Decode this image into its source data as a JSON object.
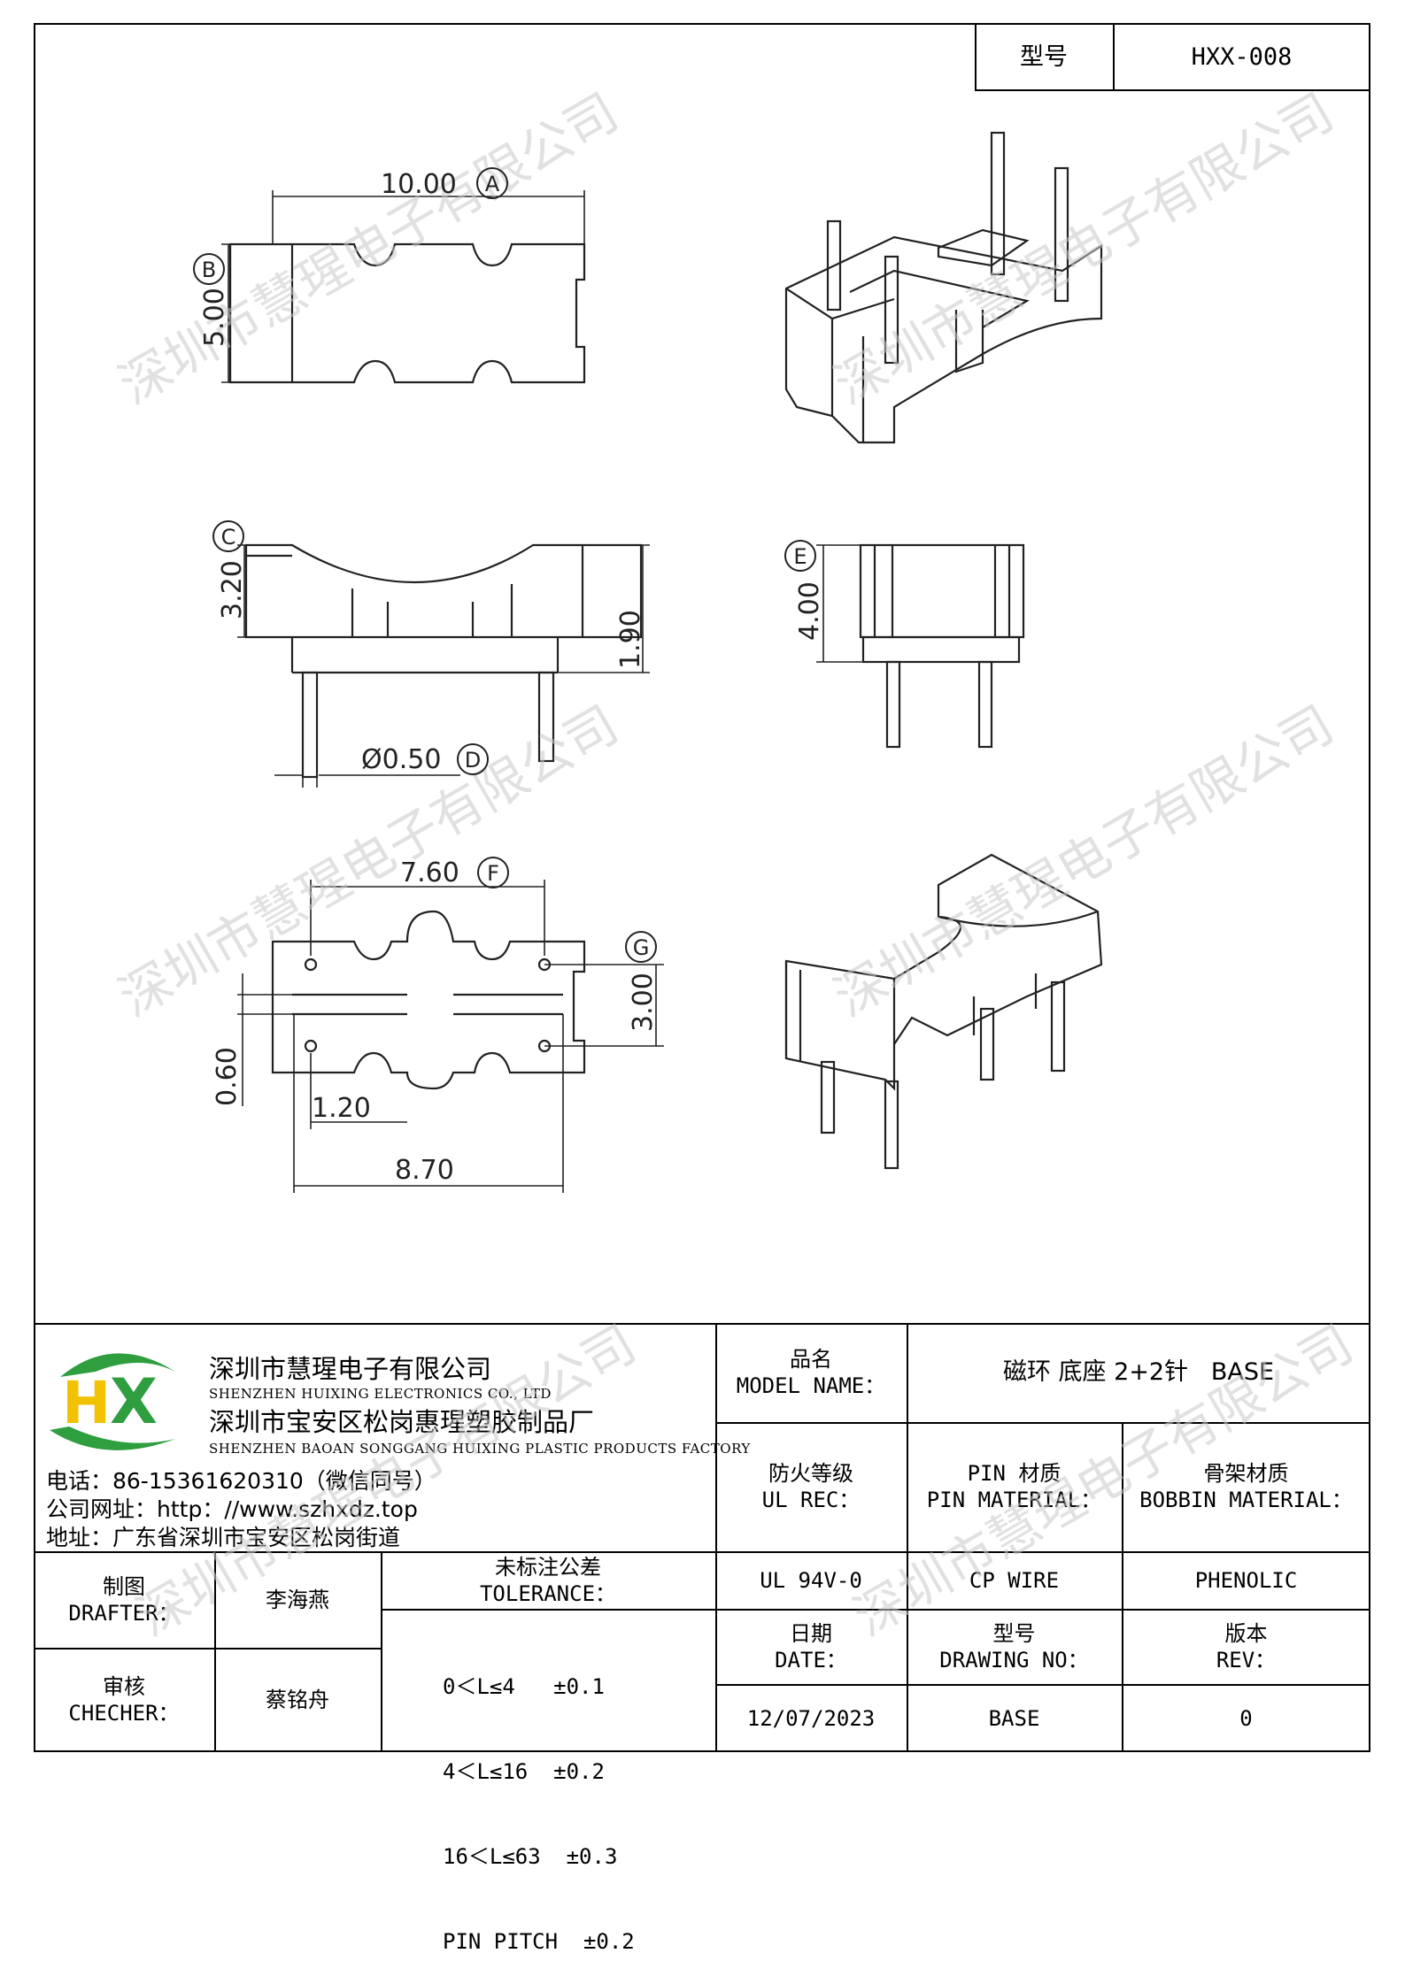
{
  "header": {
    "model_label": "型号",
    "model_value": "HXX-008"
  },
  "drawing": {
    "top_view": {
      "dim_a": "10.00",
      "mark_a": "A",
      "dim_b": "5.00",
      "mark_b": "B"
    },
    "front_view": {
      "dim_c": "3.20",
      "mark_c": "C",
      "dim_h": "1.90",
      "dim_d": "Ø0.50",
      "mark_d": "D"
    },
    "side_view": {
      "dim_e": "4.00",
      "mark_e": "E"
    },
    "bottom_view": {
      "dim_f": "7.60",
      "mark_f": "F",
      "dim_g": "3.00",
      "mark_g": "G",
      "dim_060": "0.60",
      "dim_120": "1.20",
      "dim_870": "8.70"
    }
  },
  "watermark": "深圳市慧瑆电子有限公司",
  "company": {
    "logo_text": "HX",
    "logo_colors": {
      "h": "#f2c200",
      "x": "#2e9e3e",
      "swoosh": "#2e9e3e"
    },
    "name_cn": "深圳市慧瑆电子有限公司",
    "name_en": "SHENZHEN HUIXING ELECTRONICS CO., LTD",
    "factory_cn": "深圳市宝安区松岗惠瑆塑胶制品厂",
    "factory_en": "SHENZHEN BAOAN SONGGANG HUIXING PLASTIC PRODUCTS FACTORY",
    "phone": "电话：86-15361620310（微信同号）",
    "website": "公司网址：http：//www.szhxdz.top",
    "address": "地址：广东省深圳市宝安区松岗街道"
  },
  "title_block": {
    "model_name_label_cn": "品名",
    "model_name_label_en": "MODEL NAME：",
    "model_name_value": "磁环 底座 2+2针   BASE",
    "ul_label_cn": "防火等级",
    "ul_label_en": "UL REC：",
    "pin_label_cn": "PIN 材质",
    "pin_label_en": "PIN MATERIAL：",
    "bobbin_label_cn": "骨架材质",
    "bobbin_label_en": "BOBBIN MATERIAL：",
    "ul_value": "UL 94V-0",
    "pin_value": "CP WIRE",
    "bobbin_value": "PHENOLIC",
    "date_label_cn": "日期",
    "date_label_en": "DATE：",
    "drawing_no_label_cn": "型号",
    "drawing_no_label_en": "DRAWING NO：",
    "rev_label_cn": "版本",
    "rev_label_en": "REV：",
    "date_value": "12/07/2023",
    "drawing_no_value": "BASE",
    "rev_value": "0"
  },
  "signoff": {
    "drafter_label_cn": "制图",
    "drafter_label_en": "DRAFTER：",
    "drafter_name": "李海燕",
    "checker_label_cn": "审核",
    "checker_label_en": "CHECHER：",
    "checker_name": "蔡铭舟",
    "tolerance_label_cn": "未标注公差",
    "tolerance_label_en": "TOLERANCE：",
    "tolerances": [
      "0＜L≤4   ±0.1",
      "4＜L≤16  ±0.2",
      "16＜L≤63  ±0.3",
      "PIN PITCH  ±0.2"
    ]
  }
}
